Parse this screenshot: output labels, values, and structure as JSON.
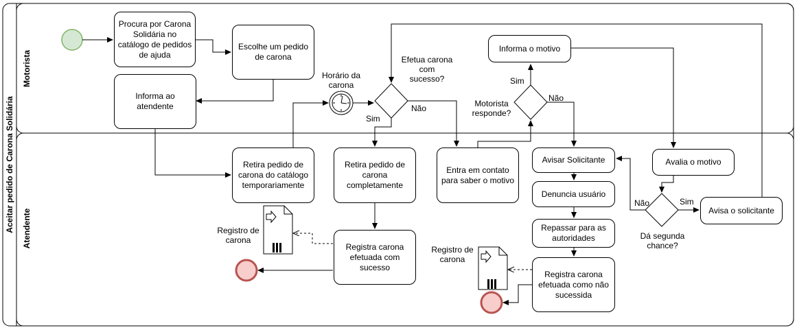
{
  "pool": {
    "title": "Aceitar pedido de Carona Solidária"
  },
  "lanes": {
    "top": "Motorista",
    "bottom": "Atendente"
  },
  "tasks": {
    "procura": "Procura por Carona Solidária no catálogo de pedidos de ajuda",
    "escolhe": "Escolhe um pedido de carona",
    "informa_atendente": "Informa ao atendente",
    "informa_motivo": "Informa o motivo",
    "retira_temp": "Retira pedido de carona do catálogo temporariamente",
    "retira_completo": "Retira pedido de carona completamente",
    "registra_sucesso": "Registra carona efetuada com sucesso",
    "entra_contato": "Entra em contato para saber o motivo",
    "avisar_solicitante": "Avisar Solicitante",
    "denuncia": "Denuncia usuário",
    "repassar": "Repassar para as autoridades",
    "registra_nao": "Registra carona efetuada como não sucessida",
    "avalia": "Avalia o motivo",
    "avisa": "Avisa o solicitante"
  },
  "events": {
    "timer_label": "Horário da carona"
  },
  "gateways": {
    "efetua": "Efetua carona com sucesso?",
    "motorista": "Motorista responde?",
    "segunda": "Dá segunda chance?"
  },
  "flow_labels": {
    "sim_efetua": "Sim",
    "nao_efetua": "Não",
    "sim_motorista": "Sim",
    "nao_motorista": "Não",
    "nao_segunda": "Não",
    "sim_segunda": "Sim"
  },
  "data_stores": {
    "registro1": "Registro de carona",
    "registro2": "Registro de carona"
  },
  "colors": {
    "start_fill": "#d5e8d4",
    "start_stroke": "#82b366",
    "end_fill": "#f8cecc",
    "end_stroke": "#b85450"
  }
}
